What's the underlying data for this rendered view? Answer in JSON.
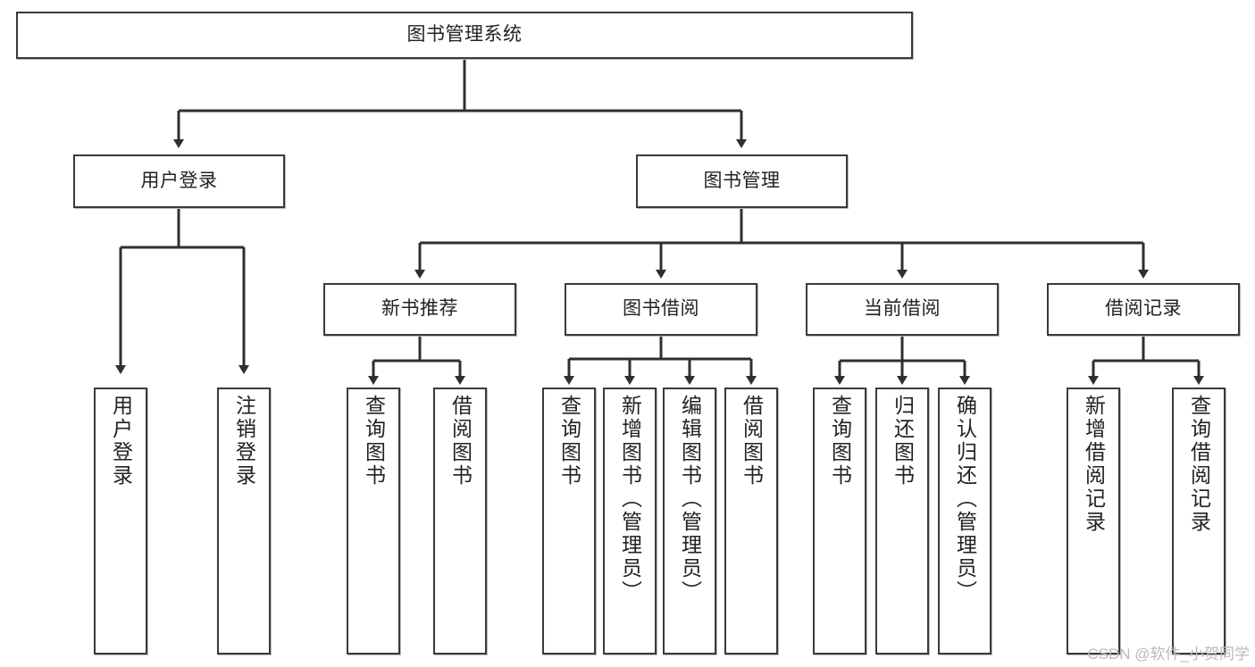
{
  "diagram": {
    "type": "hierarchy-tree",
    "title": "图书管理系统",
    "orientation": "top-down",
    "colors": {
      "box_border": "#3a3a3a",
      "box_fill": "#ffffff",
      "connector": "#2f2f2f",
      "text": "#222222",
      "watermark": "#b9b9b9"
    },
    "levels": 4
  },
  "root": {
    "label": "图书管理系统"
  },
  "level2": [
    {
      "label": "用户登录"
    },
    {
      "label": "图书管理"
    }
  ],
  "level3": [
    {
      "label": "新书推荐"
    },
    {
      "label": "图书借阅"
    },
    {
      "label": "当前借阅"
    },
    {
      "label": "借阅记录"
    }
  ],
  "leaves": {
    "user_login": [
      {
        "label": "用户登录"
      },
      {
        "label": "注销登录"
      }
    ],
    "new_book_recommend": [
      {
        "label": "查询图书"
      },
      {
        "label": "借阅图书"
      }
    ],
    "book_borrow": [
      {
        "label": "查询图书"
      },
      {
        "label": "新增图书（管理员）"
      },
      {
        "label": "编辑图书（管理员）"
      },
      {
        "label": "借阅图书"
      }
    ],
    "current_borrow": [
      {
        "label": "查询图书"
      },
      {
        "label": "归还图书"
      },
      {
        "label": "确认归还（管理员）"
      }
    ],
    "borrow_record": [
      {
        "label": "新增借阅记录"
      },
      {
        "label": "查询借阅记录"
      }
    ]
  },
  "watermark": {
    "text": "CSDN @软件_小贺同学"
  }
}
